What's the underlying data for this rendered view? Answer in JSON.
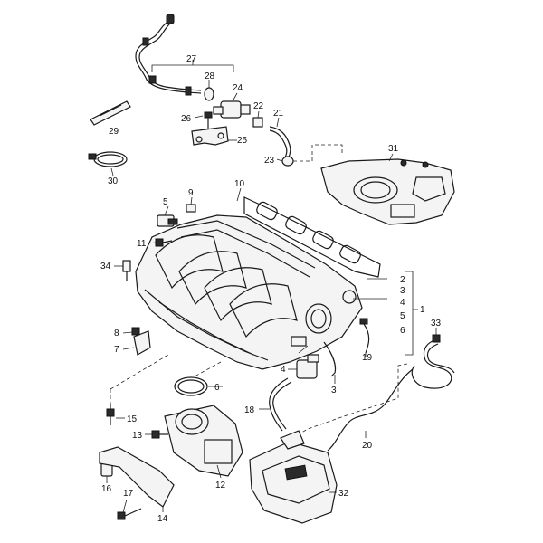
{
  "callouts": {
    "c1": "1",
    "c2": "2",
    "c3a": "3",
    "c3b": "3",
    "c4a": "4",
    "c4b": "4",
    "c5a": "5",
    "c5b": "5",
    "c6a": "6",
    "c6b": "6",
    "c7": "7",
    "c8": "8",
    "c9": "9",
    "c10": "10",
    "c11": "11",
    "c12": "12",
    "c13": "13",
    "c14": "14",
    "c15": "15",
    "c16": "16",
    "c17": "17",
    "c18": "18",
    "c19": "19",
    "c20": "20",
    "c21": "21",
    "c22": "22",
    "c23": "23",
    "c24": "24",
    "c25": "25",
    "c26": "26",
    "c27": "27",
    "c28": "28",
    "c29": "29",
    "c30": "30",
    "c31": "31",
    "c32": "32",
    "c33": "33",
    "c34": "34"
  }
}
